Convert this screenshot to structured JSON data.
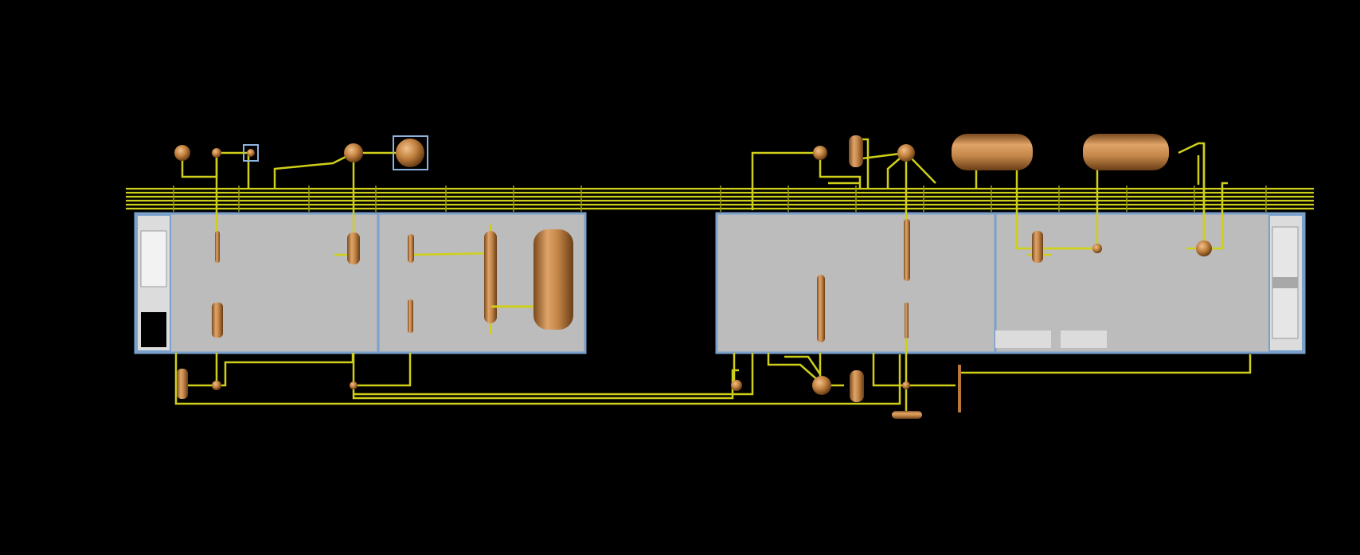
{
  "viewer": {
    "background": "#000000",
    "selection_color": "#8fb4e0"
  },
  "colors": {
    "pipe": "#cfcf1a",
    "pipe_dark": "#9a9a10",
    "equipment": "#b87838",
    "equipment_dark": "#6e4218",
    "equipment_light": "#e4a86c",
    "room_fill": "#bcbcbc",
    "room_border": "#7aa0cc",
    "panel": "#e8e8e8"
  },
  "model": {
    "rooms": [
      {
        "name": "room-left-a"
      },
      {
        "name": "room-left-b"
      },
      {
        "name": "room-right-a"
      },
      {
        "name": "room-right-b"
      }
    ],
    "vessels": [
      {
        "name": "storage-tank-vertical"
      },
      {
        "name": "drum-horizontal-1"
      },
      {
        "name": "drum-horizontal-2"
      }
    ],
    "pipe_rack": {
      "name": "pipe-rack",
      "lines": 6
    }
  }
}
